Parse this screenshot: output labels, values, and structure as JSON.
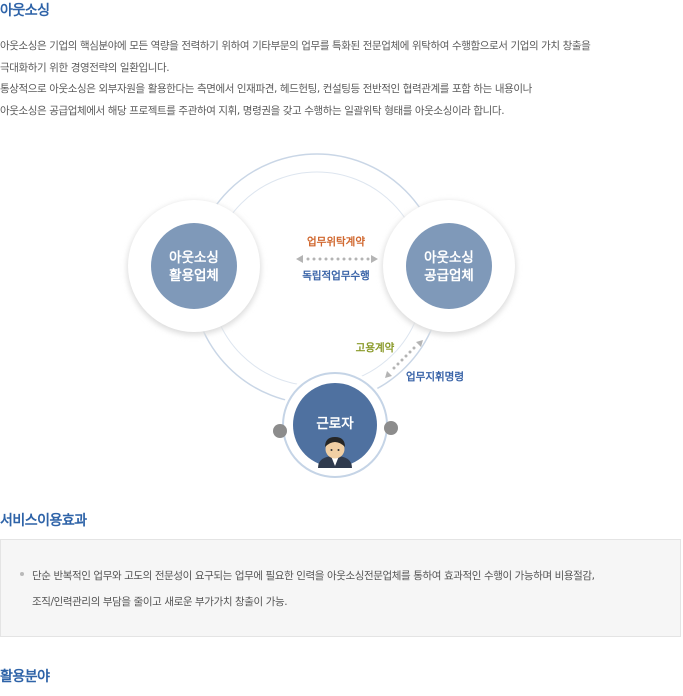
{
  "sections": {
    "outsourcing_title": "아웃소싱",
    "effect_title": "서비스이용효과",
    "usage_title": "활용분야"
  },
  "intro": {
    "line1": "아웃소싱은 기업의 핵심분야에 모든 역량을 전력하기 위하여 기타부문의 업무를 특화된 전문업체에 위탁하여 수행함으로서 기업의 가치 창출을",
    "line2": "극대화하기 위한 경영전략의 일환입니다.",
    "line3": "통상적으로 아웃소싱은 외부자원을 활용한다는 측면에서 인재파견, 헤드헌팅, 컨설팅등 전반적인 협력관계를 포함 하는 내용이나",
    "line4": "아웃소싱은  공급업체에서 해당 프로젝트를 주관하여 지휘, 명령권을 갖고 수행하는 일괄위탁 형태를 아웃소싱이라 합니다."
  },
  "diagram": {
    "left_node": {
      "line1": "아웃소싱",
      "line2": "활용업체"
    },
    "right_node": {
      "line1": "아웃소싱",
      "line2": "공급업체"
    },
    "bottom_node": {
      "label": "근로자"
    },
    "label_contract": "업무위탁계약",
    "label_independent": "독립적업무수행",
    "label_employment": "고용계약",
    "label_command": "업무지휘명령",
    "colors": {
      "node_fill": "#7f99b9",
      "bottom_fill": "#4f71a0",
      "contract_label": "#d0672e",
      "blue_label": "#3a64a8",
      "employment_label": "#8a9a2a",
      "ring": "#c4d2e3"
    }
  },
  "effect": {
    "line1": "단순 반복적인 업무와 고도의 전문성이 요구되는 업무에 필요한 인력을 아웃소싱전문업체를 통하여 효과적인 수행이 가능하며  비용절감,",
    "line2": "조직/인력관리의 부담을 줄이고 새로운 부가가치 창출이 가능."
  }
}
